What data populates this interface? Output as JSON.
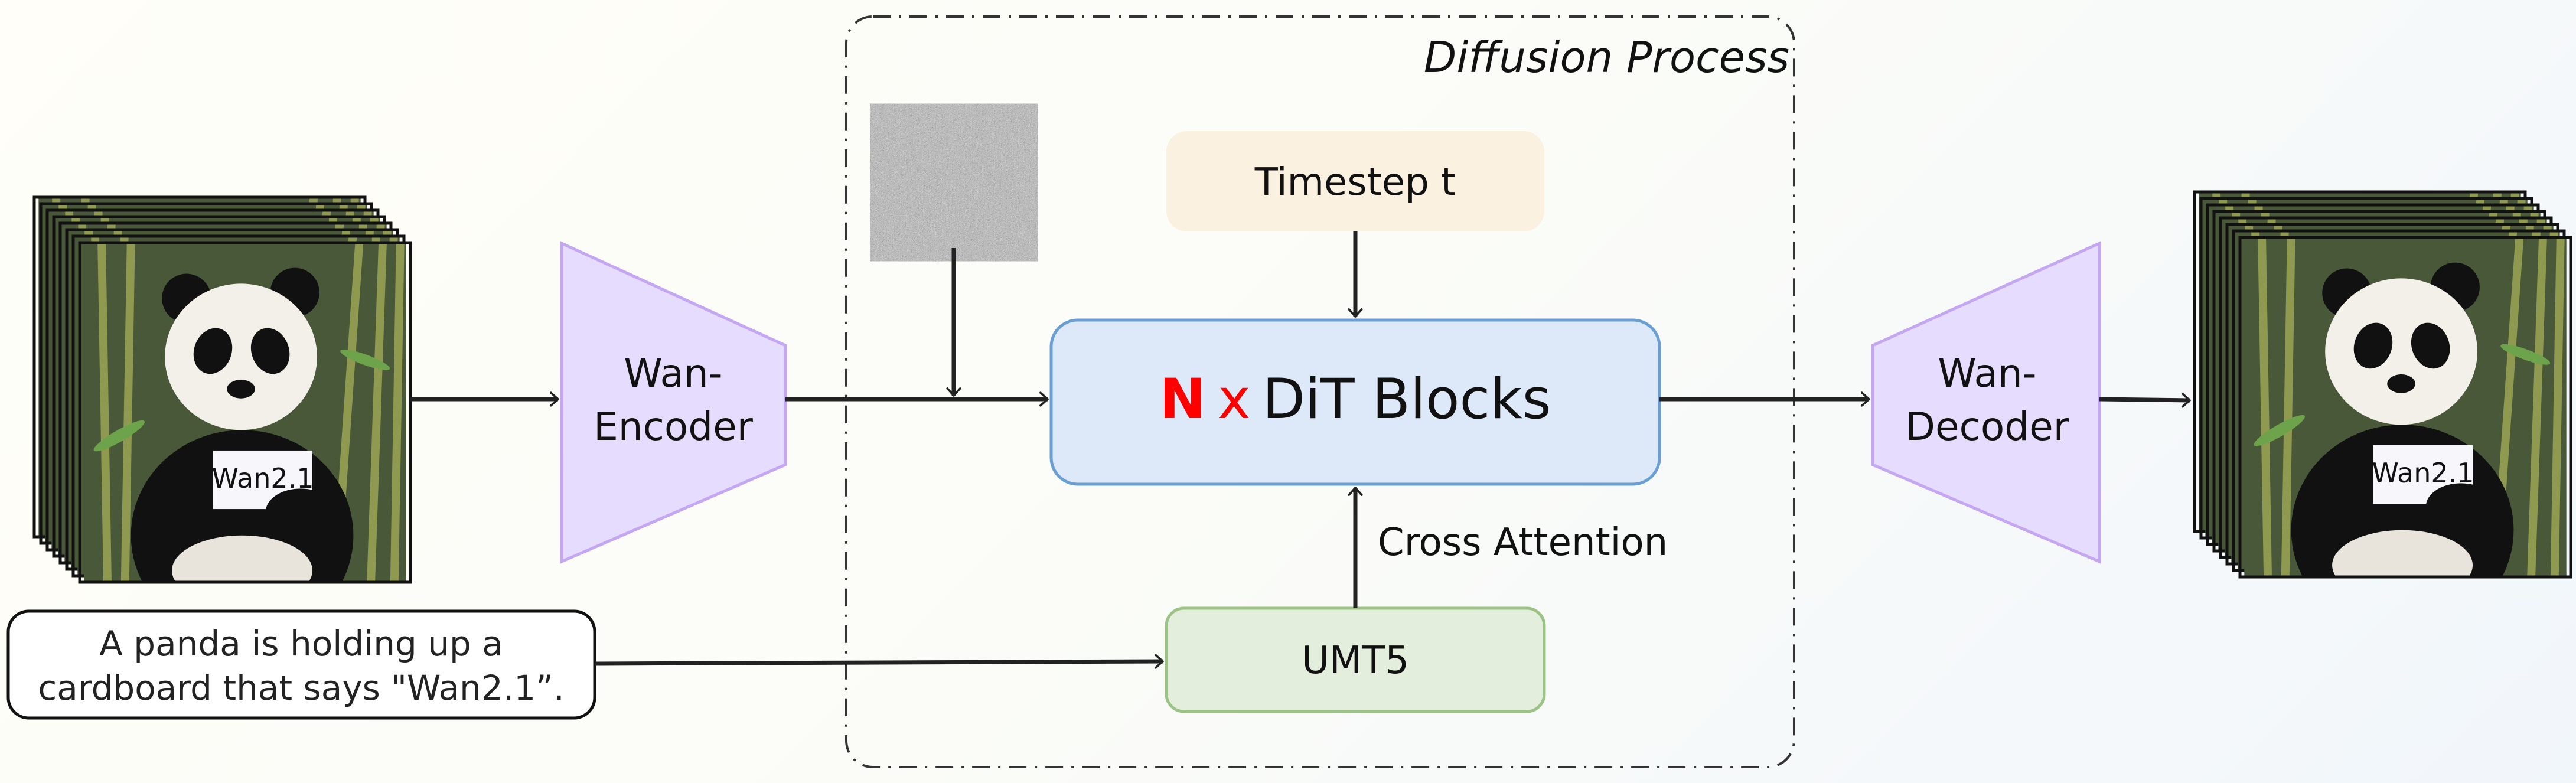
{
  "diffusion_process": {
    "title": "Diffusion Process"
  },
  "encoder": {
    "label_line1": "Wan-",
    "label_line2": "Encoder",
    "color": "#e6dcfd",
    "stroke": "#c4a6f2"
  },
  "decoder": {
    "label_line1": "Wan-",
    "label_line2": "Decoder",
    "color": "#e6dcfd",
    "stroke": "#c4a6f2"
  },
  "timestep": {
    "label": "Timestep t",
    "color": "#faf1e0"
  },
  "dit": {
    "n": "N",
    "x": "x",
    "label": "DiT Blocks",
    "color": "#dde9f8",
    "stroke": "#6a9fd4",
    "accent": "#ff0000"
  },
  "cross_attention": {
    "label": "Cross Attention"
  },
  "umt5": {
    "label": "UMT5",
    "color": "#e3efdc",
    "stroke": "#9cc386"
  },
  "prompt": {
    "line1": "A panda is holding up a",
    "line2": "cardboard that says \"Wan2.1”."
  },
  "video_frames": {
    "sign_text": "Wan2.1",
    "icon": "panda-video-frames"
  },
  "noise": {
    "icon": "gaussian-noise-image"
  }
}
